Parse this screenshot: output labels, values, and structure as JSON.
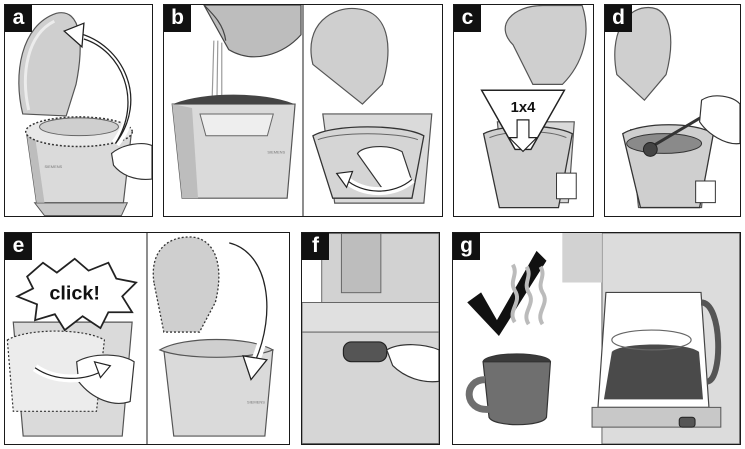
{
  "panels": {
    "a": {
      "label": "a",
      "brand": "SIEMENS"
    },
    "b": {
      "label": "b",
      "brand": "SIEMENS"
    },
    "c": {
      "label": "c",
      "filter_size": "1x4"
    },
    "d": {
      "label": "d"
    },
    "e": {
      "label": "e",
      "sound": "click!",
      "brand": "SIEMENS"
    },
    "f": {
      "label": "f"
    },
    "g": {
      "label": "g"
    }
  },
  "colors": {
    "border": "#1a1a1a",
    "label_bg": "#111111",
    "machine_body": "#dadada",
    "machine_shade": "#b9b9b9",
    "lid": "#cfcfcf",
    "coffee": "#4a4a4a",
    "cup": "#6f6f6f",
    "checkmark": "#111111"
  },
  "icons": {
    "checkmark": "checkmark-icon",
    "steam": "steam-icon",
    "rotate_arrow": "curved-arrow-icon",
    "down_arrow": "down-arrow-icon"
  }
}
